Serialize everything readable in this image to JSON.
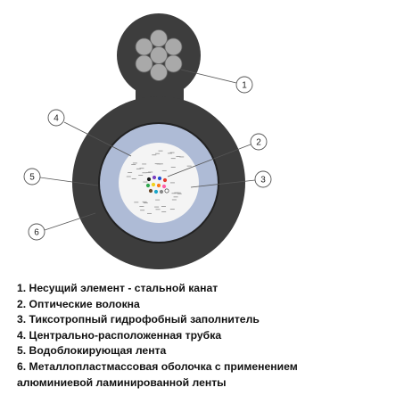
{
  "callouts": [
    "1",
    "2",
    "3",
    "4",
    "5",
    "6"
  ],
  "legend": [
    "1. Несущий элемент - стальной канат",
    "2. Оптические волокна",
    "3. Тиксотропный гидрофобный заполнитель",
    "4. Центрально-расположенная трубка",
    "5. Водоблокирующая лента",
    "6. Металлопластмассовая оболочка с применением",
    "алюминиевой ламинированной ленты"
  ],
  "colors": {
    "sheath": "#3d3d3d",
    "tape": "#222222",
    "tube": "#aebbd6",
    "gel": "#f4f4f4",
    "wire": "#a9a9a9",
    "fiber_colors": [
      "#1a1a1a",
      "#7a3fbf",
      "#1f4fd1",
      "#e23b2e",
      "#2fa84f",
      "#f2d21b",
      "#ff7a1a",
      "#ff5fa8",
      "#6b4a2a",
      "#1aa6c9",
      "#888888",
      "#ffffff"
    ]
  }
}
